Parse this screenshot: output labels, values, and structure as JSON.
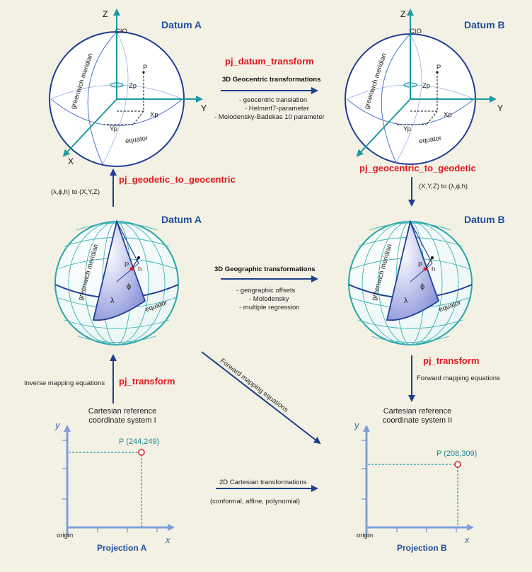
{
  "datum_a_top": "Datum A",
  "datum_b_top": "Datum B",
  "datum_a_mid": "Datum A",
  "datum_b_mid": "Datum B",
  "pj_datum_transform": "pj_datum_transform",
  "pj_geodetic_to_geocentric": "pj_geodetic_to_geocentric",
  "pj_geocentric_to_geodetic": "pj_geocentric_to_geodetic",
  "pj_transform_left": "pj_transform",
  "pj_transform_right": "pj_transform",
  "geocentric": {
    "heading": "3D Geocentric transformations",
    "items": [
      "- geocentric translation",
      "- Helmert7-parameter",
      "- Molodensky-Badekas  10 parameter"
    ]
  },
  "geographic": {
    "heading": "3D Geographic transformations",
    "items": [
      "- geographic offsets",
      "- Molodensky",
      "- multiple regression"
    ]
  },
  "cartesian": {
    "heading": "2D Cartesian transformations",
    "sub": "(conformal, affine, polynomial)"
  },
  "left_conv": "(λ,ϕ,h) to (X,Y,Z)",
  "right_conv": "(X,Y,Z) to (λ,ϕ,h)",
  "inverse_mapping": "Inverse mapping equations",
  "forward_mapping_right": "Forward  mapping equations",
  "forward_mapping_diag": "Forward mapping equations",
  "globe_labels": {
    "z": "Z",
    "y": "Y",
    "x": "X",
    "cio": "CIO",
    "p": "P",
    "zp": "Zp",
    "xp": "Xp",
    "yp": "Yp",
    "meridian": "greenwich meridian",
    "equator": "equator",
    "lambda": "λ",
    "phi": "ϕ",
    "h": "h"
  },
  "proj_a": {
    "title_line1": "Cartesian reference",
    "title_line2": "coordinate system I",
    "point": "P (244,249)",
    "name": "Projection A"
  },
  "proj_b": {
    "title_line1": "Cartesian reference",
    "title_line2": "coordinate system II",
    "point": "P (208,309)",
    "name": "Projection B"
  },
  "axis_labels": {
    "x": "x",
    "y": "y",
    "origin": "origin"
  },
  "colors": {
    "title_blue": "#1f4e9a",
    "function_red": "#e0171f",
    "axis_teal": "#1a9aa0",
    "arrow_navy": "#1c3f8c",
    "background": "#f3f1e4"
  }
}
